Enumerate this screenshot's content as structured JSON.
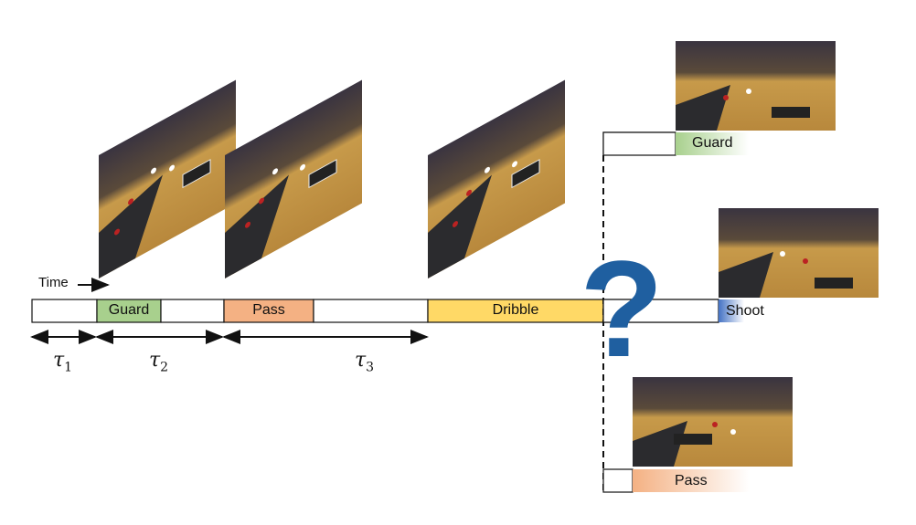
{
  "timeline": {
    "time_label": "Time",
    "segments": [
      {
        "label": "",
        "color": "#ffffff"
      },
      {
        "label": "Guard",
        "color": "#a8d08d"
      },
      {
        "label": "",
        "color": "#ffffff"
      },
      {
        "label": "Pass",
        "color": "#f4b183"
      },
      {
        "label": "",
        "color": "#ffffff"
      },
      {
        "label": "Dribble",
        "color": "#ffd966"
      },
      {
        "label": "",
        "color": "#ffffff"
      }
    ],
    "intervals": [
      {
        "symbol": "τ",
        "sub": "1"
      },
      {
        "symbol": "τ",
        "sub": "2"
      },
      {
        "symbol": "τ",
        "sub": "3"
      }
    ]
  },
  "predictions": [
    {
      "label": "Guard",
      "color": "#a8d08d"
    },
    {
      "label": "Shoot",
      "color": "#4472c4"
    },
    {
      "label": "Pass",
      "color": "#f4b183"
    }
  ],
  "question_mark": "?",
  "colors": {
    "question": "#1f5fa0",
    "court_wood": "#c79a4a",
    "court_dark": "#2b2b2e",
    "crowd": "#3a3440"
  }
}
